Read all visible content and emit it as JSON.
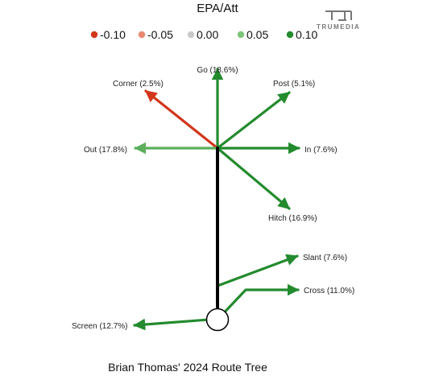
{
  "chart_data": {
    "type": "route-tree",
    "title": "EPA/Att",
    "caption": "Brian Thomas' 2024 Route Tree",
    "brand": "TRUMEDIA",
    "legend": [
      {
        "label": "-0.10",
        "color": "#d2361b"
      },
      {
        "label": "-0.05",
        "color": "#e98872"
      },
      {
        "label": "0.00",
        "color": "#c9c9c9"
      },
      {
        "label": "0.05",
        "color": "#7ec47b"
      },
      {
        "label": "0.10",
        "color": "#238b2e"
      }
    ],
    "routes": [
      {
        "name": "Go",
        "share": 18.6,
        "label": "Go (18.6%)",
        "color": "#238b2e",
        "direction": "up",
        "origin": "top"
      },
      {
        "name": "Post",
        "share": 5.1,
        "label": "Post (5.1%)",
        "color": "#238b2e",
        "direction": "up-right",
        "origin": "top"
      },
      {
        "name": "Corner",
        "share": 2.5,
        "label": "Corner (2.5%)",
        "color": "#d2361b",
        "direction": "up-left",
        "origin": "top"
      },
      {
        "name": "Out",
        "share": 17.8,
        "label": "Out (17.8%)",
        "color": "#5aae5c",
        "direction": "left",
        "origin": "top"
      },
      {
        "name": "In",
        "share": 7.6,
        "label": "In (7.6%)",
        "color": "#238b2e",
        "direction": "right",
        "origin": "top"
      },
      {
        "name": "Hitch",
        "share": 16.9,
        "label": "Hitch (16.9%)",
        "color": "#238b2e",
        "direction": "down-right",
        "origin": "top"
      },
      {
        "name": "Slant",
        "share": 7.6,
        "label": "Slant (7.6%)",
        "color": "#238b2e",
        "direction": "up-right",
        "origin": "stem"
      },
      {
        "name": "Cross",
        "share": 11.0,
        "label": "Cross (11.0%)",
        "color": "#238b2e",
        "direction": "right",
        "origin": "base"
      },
      {
        "name": "Screen",
        "share": 12.7,
        "label": "Screen (12.7%)",
        "color": "#238b2e",
        "direction": "left",
        "origin": "base"
      }
    ]
  }
}
